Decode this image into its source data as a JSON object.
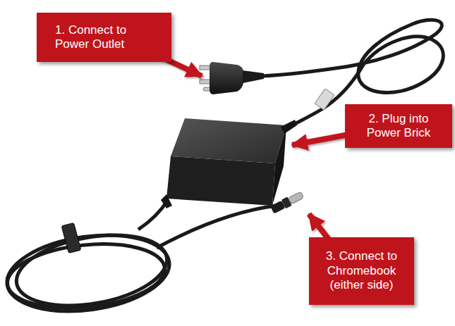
{
  "diagram": {
    "nodes": [
      {
        "text": [
          "1. Connect to Power Outlet"
        ]
      },
      {
        "text": [
          "2. Plug into Power Brick"
        ]
      },
      {
        "text": [
          "3. Connect to Chromebook (either side)"
        ]
      }
    ]
  }
}
